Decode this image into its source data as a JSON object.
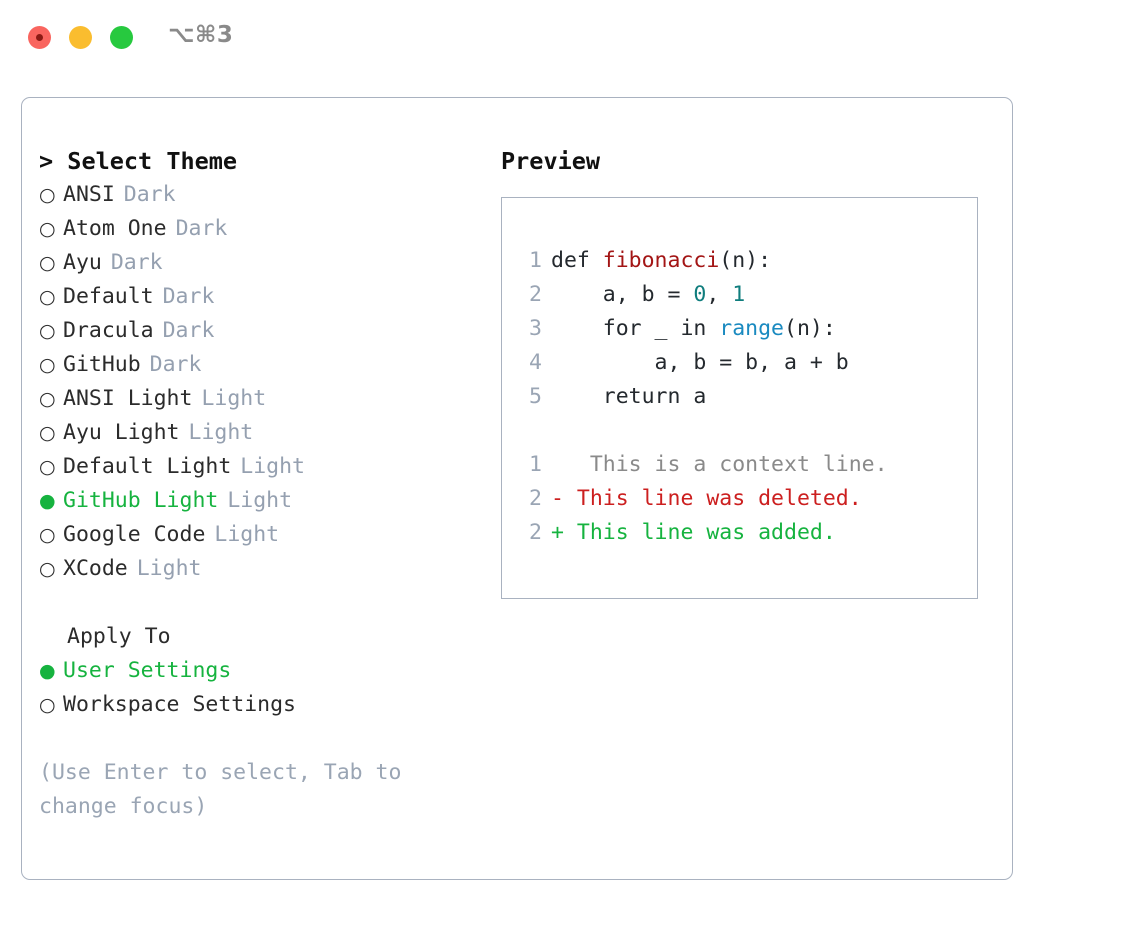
{
  "titlebar": {
    "shortcut": "⌥⌘3",
    "lights": [
      {
        "name": "close",
        "color": "#f9655f"
      },
      {
        "name": "minimize",
        "color": "#fabd2f"
      },
      {
        "name": "maximize",
        "color": "#27c93f"
      }
    ]
  },
  "theme_picker": {
    "header": "> Select Theme",
    "selected_bullet": "●",
    "unselected_bullet": "○",
    "items": [
      {
        "bullet": "○",
        "label": "ANSI",
        "tag": "Dark",
        "selected": false
      },
      {
        "bullet": "○",
        "label": "Atom One",
        "tag": "Dark",
        "selected": false
      },
      {
        "bullet": "○",
        "label": "Ayu",
        "tag": "Dark",
        "selected": false
      },
      {
        "bullet": "○",
        "label": "Default",
        "tag": "Dark",
        "selected": false
      },
      {
        "bullet": "○",
        "label": "Dracula",
        "tag": "Dark",
        "selected": false
      },
      {
        "bullet": "○",
        "label": "GitHub",
        "tag": "Dark",
        "selected": false
      },
      {
        "bullet": "○",
        "label": "ANSI Light",
        "tag": "Light",
        "selected": false
      },
      {
        "bullet": "○",
        "label": "Ayu Light",
        "tag": "Light",
        "selected": false
      },
      {
        "bullet": "○",
        "label": "Default Light",
        "tag": "Light",
        "selected": false
      },
      {
        "bullet": "●",
        "label": "GitHub Light",
        "tag": "Light",
        "selected": true
      },
      {
        "bullet": "○",
        "label": "Google Code",
        "tag": "Light",
        "selected": false
      },
      {
        "bullet": "○",
        "label": "XCode",
        "tag": "Light",
        "selected": false
      }
    ]
  },
  "apply_to": {
    "header": "Apply To",
    "items": [
      {
        "bullet": "●",
        "label": "User Settings",
        "selected": true
      },
      {
        "bullet": "○",
        "label": "Workspace Settings",
        "selected": false
      }
    ]
  },
  "hint": "(Use Enter to select, Tab to change focus)",
  "preview": {
    "title": "Preview",
    "code_lines": [
      {
        "number": "1",
        "tokens": [
          {
            "text": "def ",
            "kind": "plain"
          },
          {
            "text": "fibonacci",
            "kind": "fn"
          },
          {
            "text": "(n):",
            "kind": "plain"
          }
        ]
      },
      {
        "number": "2",
        "tokens": [
          {
            "text": "    a, b = ",
            "kind": "plain"
          },
          {
            "text": "0",
            "kind": "num"
          },
          {
            "text": ", ",
            "kind": "plain"
          },
          {
            "text": "1",
            "kind": "num"
          }
        ]
      },
      {
        "number": "3",
        "tokens": [
          {
            "text": "    for _ in ",
            "kind": "plain"
          },
          {
            "text": "range",
            "kind": "call"
          },
          {
            "text": "(n):",
            "kind": "plain"
          }
        ]
      },
      {
        "number": "4",
        "tokens": [
          {
            "text": "        a, b = b, a + b",
            "kind": "plain"
          }
        ]
      },
      {
        "number": "5",
        "tokens": [
          {
            "text": "    return a",
            "kind": "plain"
          }
        ]
      }
    ],
    "diff_lines": [
      {
        "number": "1",
        "marker": " ",
        "text": "  This is a context line.",
        "kind": "context"
      },
      {
        "number": "2",
        "marker": "-",
        "text": " This line was deleted.",
        "kind": "deleted"
      },
      {
        "number": "2",
        "marker": "+",
        "text": " This line was added.",
        "kind": "added"
      }
    ]
  },
  "colors": {
    "accent_green": "#16b33f",
    "muted": "#95a0b0",
    "border": "#a9b2c0",
    "syntax_function": "#a31515",
    "syntax_number": "#0f7d7d",
    "syntax_call": "#1a8ac0",
    "diff_deleted": "#cc1f1f",
    "diff_added": "#16b33f",
    "diff_context": "#8a8a8a"
  }
}
